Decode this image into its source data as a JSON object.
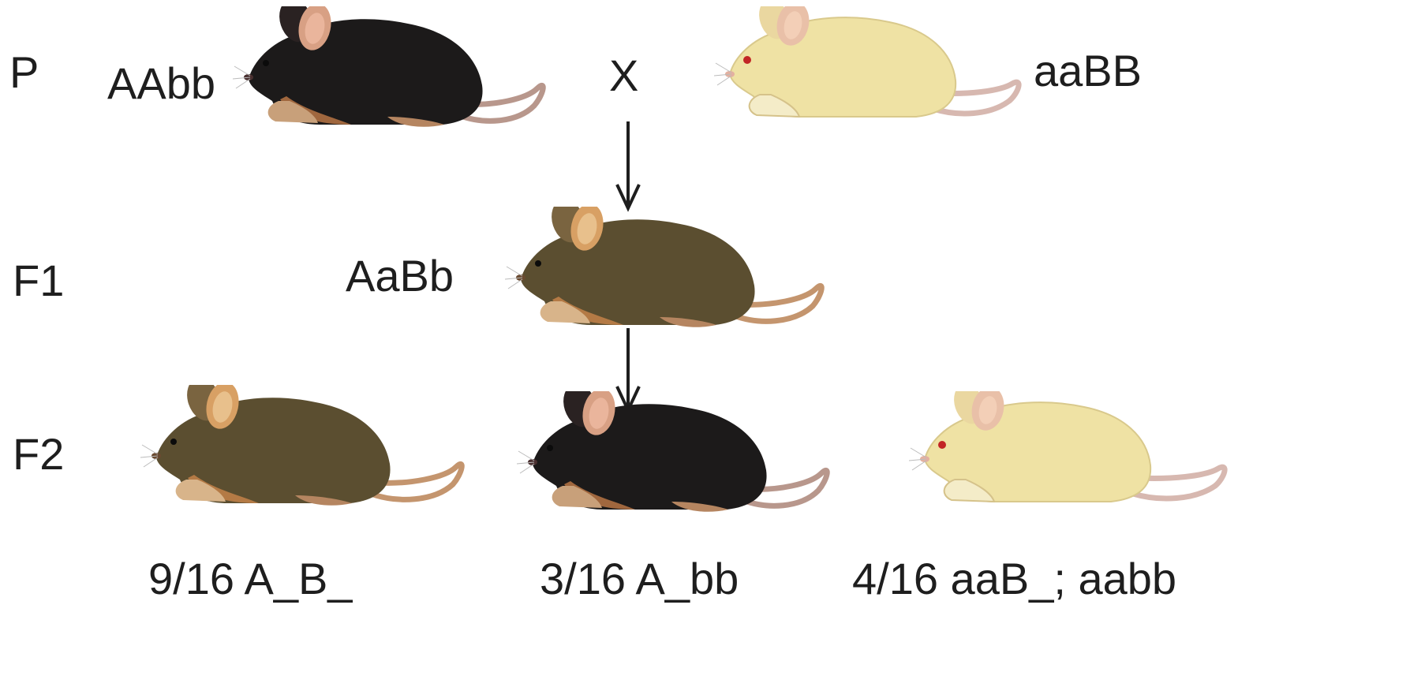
{
  "generations": {
    "p": "P",
    "f1": "F1",
    "f2": "F2"
  },
  "cross_symbol": "X",
  "genotypes": {
    "p_black": "AAbb",
    "p_albino": "aaBB",
    "f1_agouti": "AaBb"
  },
  "ratios": {
    "agouti": "9/16 A_B_",
    "black": "3/16 A_bb",
    "albino": "4/16 aaB_; aabb"
  },
  "colors": {
    "black_fur": "#1c1a1a",
    "agouti_fur": "#5b4e30",
    "albino_fur": "#efe2a4",
    "arrow": "#1e1e1e"
  },
  "icons": {
    "black_mouse": "black-mouse-icon",
    "agouti_mouse": "agouti-mouse-icon",
    "albino_mouse": "albino-mouse-icon",
    "arrow": "down-arrow-icon"
  }
}
